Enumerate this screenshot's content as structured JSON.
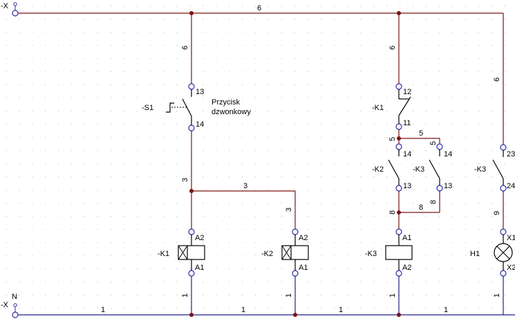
{
  "colors": {
    "wire": "#7a1414",
    "neutral_wire": "#22228a",
    "node": "#7a1414",
    "terminal": "#2c2ca8",
    "component": "#000000",
    "grid": "#c8c8c8"
  },
  "supply": {
    "top_name": "-X",
    "bottom_name": "-X",
    "bottom_terminal": "N"
  },
  "net_labels": {
    "l6": "6",
    "l3": "3",
    "l5": "5",
    "l8": "8",
    "l9": "9",
    "l1": "1"
  },
  "components": {
    "s1": {
      "name": "-S1",
      "pin_top": "13",
      "pin_bottom": "14",
      "description": [
        "Przycisk",
        "dzwonkowy"
      ]
    },
    "k1_contact": {
      "name": "-K1",
      "pin_top": "12",
      "pin_bottom": "11"
    },
    "k2_contact": {
      "name": "-K2",
      "pin_top": "14",
      "pin_bottom": "13"
    },
    "k3_contact_a": {
      "name": "-K3",
      "pin_top": "14",
      "pin_bottom": "13"
    },
    "k3_contact_b": {
      "name": "-K3",
      "pin_top": "23",
      "pin_bottom": "24"
    },
    "k1_coil": {
      "name": "-K1",
      "pin_top": "A2",
      "pin_bottom": "A1"
    },
    "k2_coil": {
      "name": "-K2",
      "pin_top": "A2",
      "pin_bottom": "A1"
    },
    "k3_coil": {
      "name": "-K3",
      "pin_top": "A1",
      "pin_bottom": "A2"
    },
    "h1": {
      "name": "H1",
      "pin_top": "X1",
      "pin_bottom": "X2"
    }
  }
}
